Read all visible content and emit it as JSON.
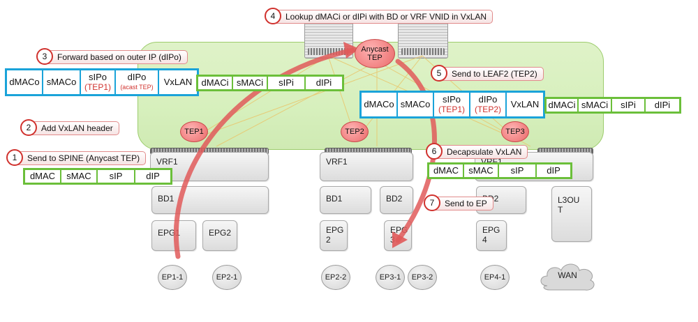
{
  "diagram": {
    "spine": {
      "tep_label": "Anycast\nTEP"
    },
    "leaves": [
      {
        "tep_label": "TEP1"
      },
      {
        "tep_label": "TEP2"
      },
      {
        "tep_label": "TEP3"
      }
    ],
    "logical": {
      "leaf1": {
        "vrf": "VRF1",
        "bd": "BD1",
        "epgs": [
          "EPG1",
          "EPG2"
        ]
      },
      "leaf2": {
        "vrf": "VRF1",
        "bds": [
          "BD1",
          "BD2"
        ],
        "epgs": [
          "EPG\n2",
          "EPG\n3"
        ]
      },
      "leaf3": {
        "vrf": "VRF1",
        "bd": "BD2",
        "epg": "EPG\n4",
        "l3out": "L3OU\nT"
      }
    },
    "endpoints": [
      "EP1-1",
      "EP2-1",
      "EP2-2",
      "EP3-1",
      "EP3-2",
      "EP4-1"
    ],
    "wan_label": "WAN",
    "steps": [
      {
        "num": "1",
        "text": "Send to SPINE (Anycast TEP)"
      },
      {
        "num": "2",
        "text": "Add VxLAN header"
      },
      {
        "num": "3",
        "text": "Forward based on outer IP (dIPo)"
      },
      {
        "num": "4",
        "text": "Lookup dMACi or dIPi with BD or VRF VNID in VxLAN"
      },
      {
        "num": "5",
        "text": "Send to LEAF2 (TEP2)"
      },
      {
        "num": "6",
        "text": "Decapsulate VxLAN"
      },
      {
        "num": "7",
        "text": "Send to EP"
      }
    ],
    "headers": {
      "original_frame": [
        "dMAC",
        "sMAC",
        "sIP",
        "dIP"
      ],
      "outer_step3": [
        {
          "main": "dMACo",
          "sub": ""
        },
        {
          "main": "sMACo",
          "sub": ""
        },
        {
          "main": "sIPo",
          "sub": "(TEP1)"
        },
        {
          "main": "dIPo",
          "sub": "(acast TEP)"
        },
        {
          "main": "VxLAN",
          "sub": ""
        }
      ],
      "inner_step3": [
        "dMACi",
        "sMACi",
        "sIPi",
        "dIPi"
      ],
      "outer_step5": [
        {
          "main": "dMACo",
          "sub": ""
        },
        {
          "main": "sMACo",
          "sub": ""
        },
        {
          "main": "sIPo",
          "sub": "(TEP1)"
        },
        {
          "main": "dIPo",
          "sub": "(TEP2)"
        },
        {
          "main": "VxLAN",
          "sub": ""
        }
      ],
      "inner_step5": [
        "dMACi",
        "sMACi",
        "sIPi",
        "dIPi"
      ],
      "decap_frame": [
        "dMAC",
        "sMAC",
        "sIP",
        "dIP"
      ]
    },
    "colors": {
      "outer_header_border": "#1aa3d9",
      "inner_header_border": "#6bbf3a",
      "step_circle": "#d0312d",
      "path_arrow": "#e05a5a",
      "fabric_fill": "#d7f0bd",
      "highlight_text": "#d0312d"
    }
  }
}
